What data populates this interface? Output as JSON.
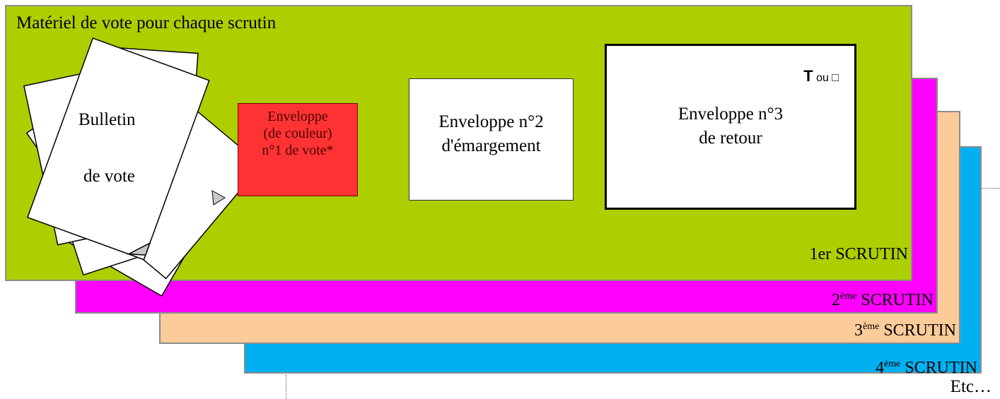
{
  "title": "Matériel de vote pour chaque scrutin",
  "ballot": {
    "line1": "Bulletin",
    "line2": "de vote"
  },
  "envelope1": {
    "line1": "Enveloppe",
    "line2": "(de couleur)",
    "line3": "n°1 de vote*"
  },
  "envelope2": {
    "line1": "Enveloppe n°2",
    "line2": "d'émargement"
  },
  "envelope3": {
    "mark_symbol": "T",
    "mark_text": "ou □",
    "line1": "Enveloppe n°3",
    "line2": "de retour"
  },
  "scrutins": [
    {
      "prefix": "1er",
      "sup": "",
      "word": "SCRUTIN",
      "color": "#adcf00"
    },
    {
      "prefix": "2",
      "sup": "ème",
      "word": "SCRUTIN",
      "color": "#ff00ff"
    },
    {
      "prefix": "3",
      "sup": "ème",
      "word": "SCRUTIN",
      "color": "#fccb9a"
    },
    {
      "prefix": "4",
      "sup": "ème",
      "word": "SCRUTIN",
      "color": "#00b0f0"
    }
  ],
  "etc": "Etc…"
}
